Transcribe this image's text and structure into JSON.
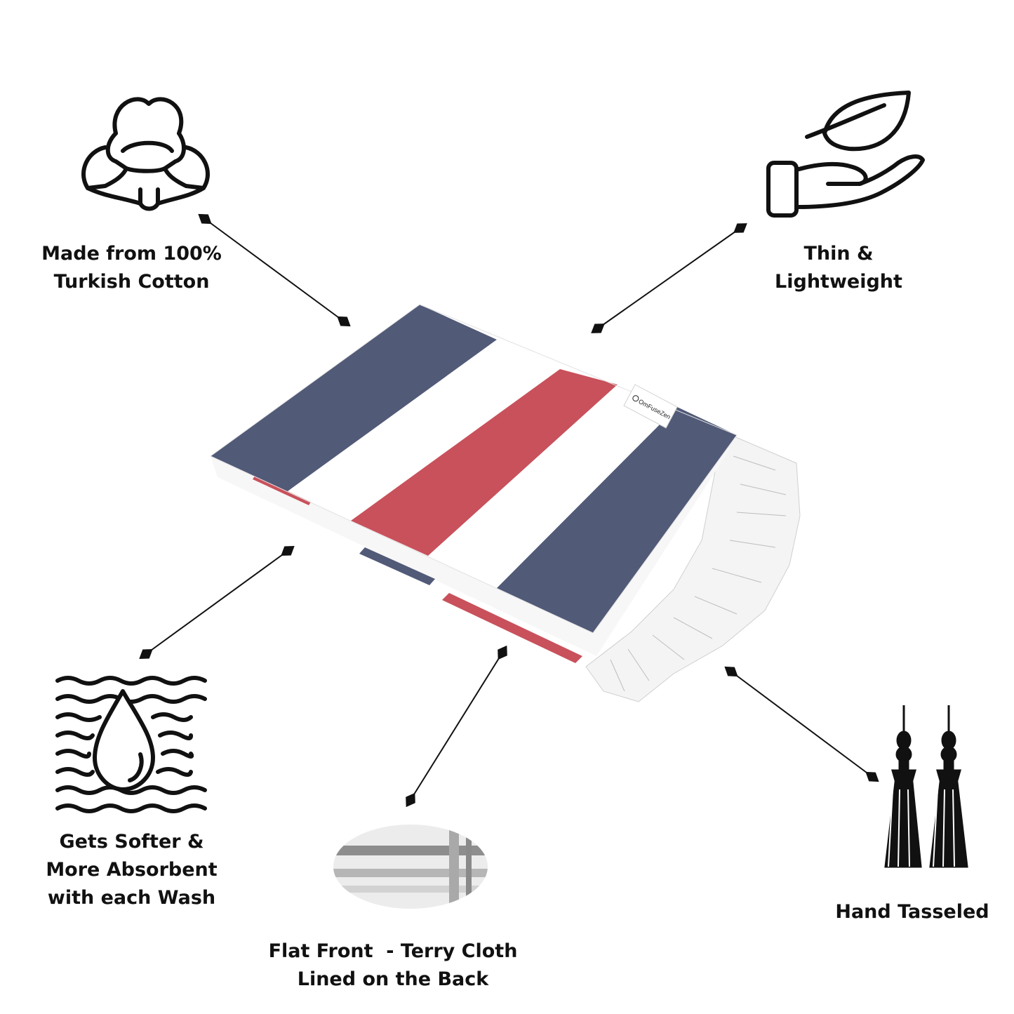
{
  "features": {
    "cotton": {
      "icon": "cotton-boll-icon",
      "lines": [
        "Made from 100%",
        "Turkish Cotton"
      ]
    },
    "lightweight": {
      "icon": "hand-leaf-icon",
      "lines": [
        "Thin &",
        "Lightweight"
      ]
    },
    "absorbent": {
      "icon": "water-drop-waves-icon",
      "lines": [
        "Gets Softer &",
        "More Absorbent",
        "with each Wash"
      ]
    },
    "terry": {
      "icon": "terry-cloth-swatch",
      "lines": [
        "Flat Front  - Terry Cloth",
        "Lined on the Back"
      ]
    },
    "tassels": {
      "icon": "tassels-icon",
      "lines": [
        "Hand Tasseled"
      ]
    }
  },
  "product": {
    "tag_text": "OmFuseZen",
    "colors": {
      "navy": "#515a77",
      "red": "#c8515b",
      "white": "#ffffff",
      "ink": "#111111"
    }
  }
}
